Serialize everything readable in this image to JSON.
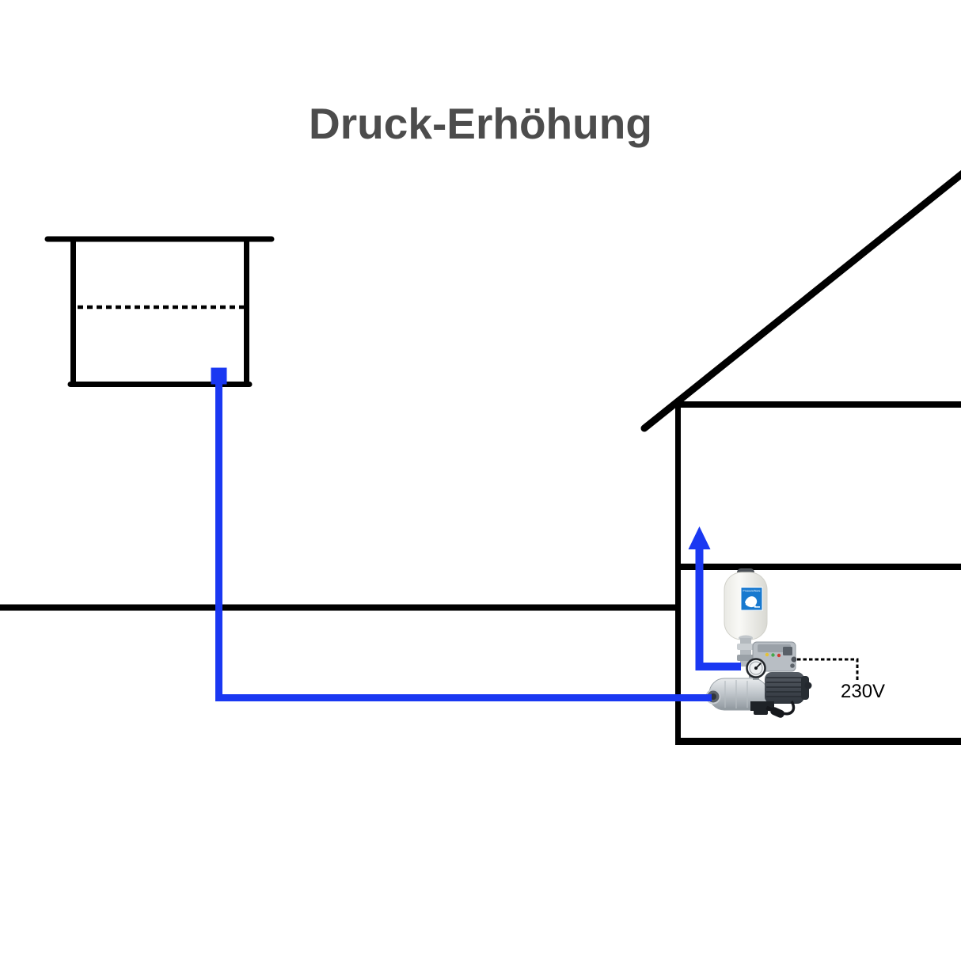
{
  "title": {
    "text": "Druck-Erhöhung"
  },
  "labels": {
    "voltage": "230V",
    "pump_tank_label": "PressureWave"
  },
  "colors": {
    "ink": "#000000",
    "pipe_blue": "#1A38F2",
    "title_gray": "#4C4C4C",
    "pump_label_blue": "#1879CF"
  }
}
